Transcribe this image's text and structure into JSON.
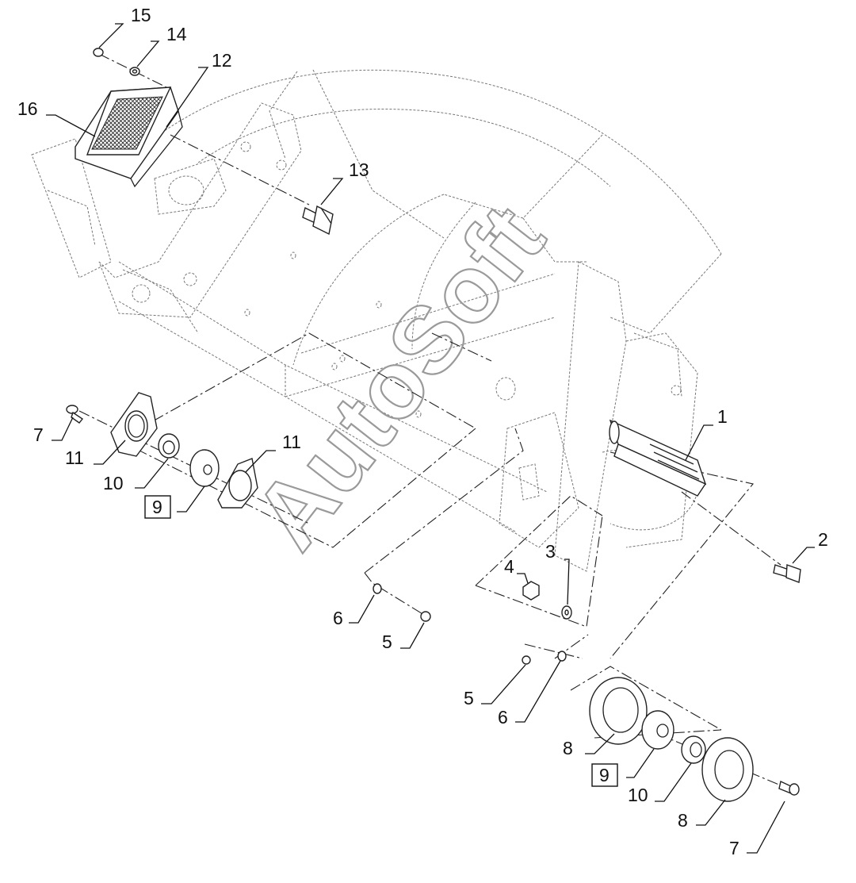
{
  "watermark": "AutoSoft",
  "labels": {
    "l1": "1",
    "l2": "2",
    "l3": "3",
    "l4": "4",
    "l5a": "5",
    "l5b": "5",
    "l6a": "6",
    "l6b": "6",
    "l7a": "7",
    "l7b": "7",
    "l8a": "8",
    "l8b": "8",
    "l9a": "9",
    "l9b": "9",
    "l10a": "10",
    "l10b": "10",
    "l11a": "11",
    "l11b": "11",
    "l12": "12",
    "l13": "13",
    "l14": "14",
    "l15": "15",
    "l16": "16"
  }
}
